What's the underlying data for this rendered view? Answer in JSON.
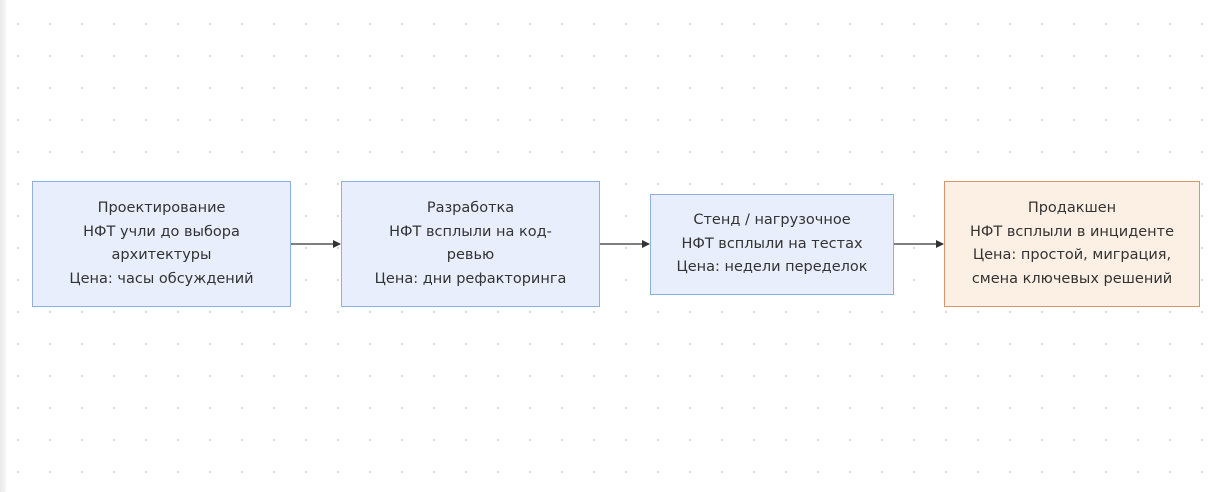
{
  "nodes": [
    {
      "lines": [
        "Проектирование",
        "НФТ учли до выбора",
        "архитектуры",
        "Цена: часы обсуждений"
      ]
    },
    {
      "lines": [
        "Разработка",
        "НФТ всплыли на код-",
        "ревью",
        "Цена: дни рефакторинга"
      ]
    },
    {
      "lines": [
        "Стенд / нагрузочное",
        "НФТ всплыли на тестах",
        "Цена: недели переделок"
      ]
    },
    {
      "lines": [
        "Продакшен",
        "НФТ всплыли в инциденте",
        "Цена: простой, миграция,",
        "смена ключевых решений"
      ]
    }
  ],
  "colors": {
    "node_fill": "#e8eefb",
    "node_border": "#8fb0dc",
    "highlight_fill": "#fcefe4",
    "highlight_border": "#d8946a",
    "edge": "#333333"
  }
}
